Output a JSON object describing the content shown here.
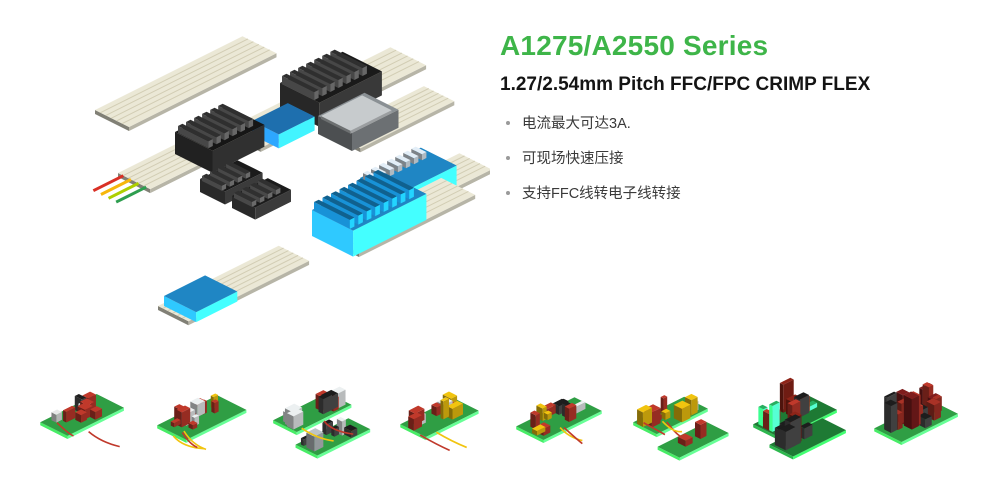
{
  "header": {
    "title": "A1275/A2550 Series",
    "subtitle": "1.27/2.54mm Pitch FFC/FPC CRIMP FLEX",
    "bullets": [
      "电流最大可达3A.",
      "可现场快速压接",
      "支持FFC线转电子线转接"
    ]
  },
  "colors": {
    "accent_green": "#3eb549",
    "cable_cream": "#ebe8d6",
    "connector_blue": "#1f86c4",
    "connector_black": "#1a1a1a",
    "pcb_green": "#2f9e44"
  },
  "gallery": {
    "thumbnail_count": 8
  }
}
